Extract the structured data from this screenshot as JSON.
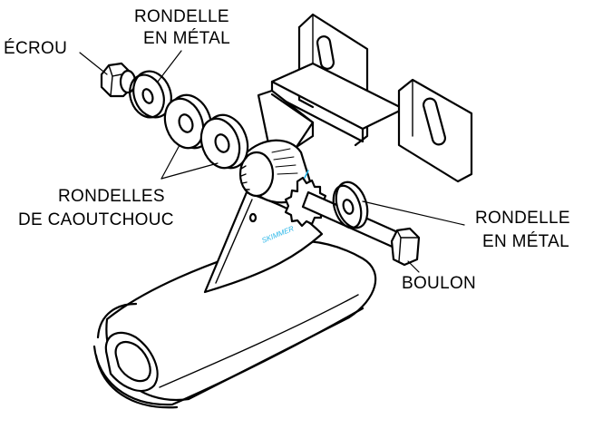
{
  "labels": {
    "nut": "ÉCROU",
    "metal_washer_top_line1": "RONDELLE",
    "metal_washer_top_line2": "EN MÉTAL",
    "rubber_washers_line1": "RONDELLES",
    "rubber_washers_line2": "DE CAOUTCHOUC",
    "metal_washer_right_line1": "RONDELLE",
    "metal_washer_right_line2": "EN MÉTAL",
    "bolt": "BOULON"
  },
  "brand_text": "SKIMMER",
  "colors": {
    "line": "#000000",
    "brand": "#29b6e8",
    "background": "#ffffff"
  }
}
